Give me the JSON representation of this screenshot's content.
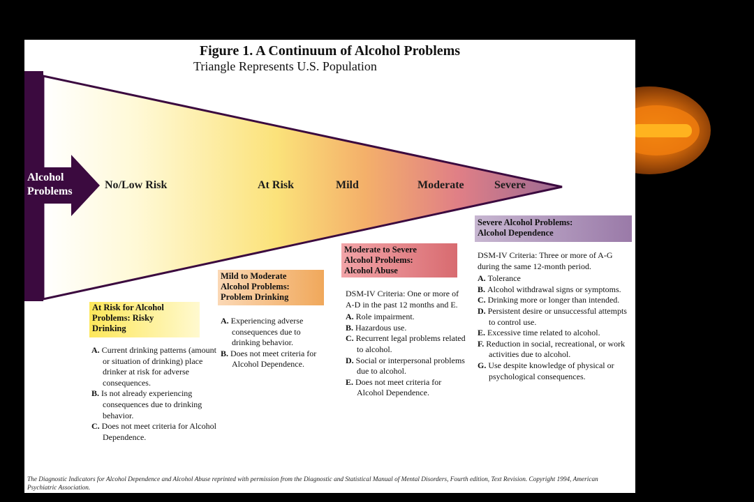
{
  "colors": {
    "background": "#000000",
    "panel": "#ffffff",
    "dark_purple": "#3b0a3f",
    "bullet_orange": "#f08a18",
    "yellow": "#fdf0a3",
    "orange": "#f4b277",
    "pink": "#df7f84",
    "mauve": "#b086a4"
  },
  "figure": {
    "title": "Figure 1. A Continuum of Alcohol Problems",
    "subtitle": "Triangle Represents U.S. Population",
    "arrow_label_line1": "Alcohol",
    "arrow_label_line2": "Problems",
    "stages": [
      "No/Low Risk",
      "At Risk",
      "Mild",
      "Moderate",
      "Severe"
    ]
  },
  "boxes": [
    {
      "header": [
        "At Risk for Alcohol",
        "Problems:  Risky",
        "Drinking"
      ],
      "intro": "",
      "items": [
        {
          "letter": "A.",
          "text": "Current drinking patterns (amount or situation of drinking) place drinker at risk for adverse consequences."
        },
        {
          "letter": "B.",
          "text": "Is not already experiencing consequences due to drinking behavior."
        },
        {
          "letter": "C.",
          "text": "Does not meet criteria for Alcohol Dependence."
        }
      ]
    },
    {
      "header": [
        "Mild to Moderate",
        "Alcohol Problems:",
        "Problem Drinking"
      ],
      "intro": "",
      "items": [
        {
          "letter": "A.",
          "text": "Experiencing adverse consequences due to drinking behavior."
        },
        {
          "letter": "B.",
          "text": "Does not meet criteria for Alcohol Dependence."
        }
      ]
    },
    {
      "header": [
        "Moderate to Severe",
        "Alcohol Problems:",
        "Alcohol Abuse"
      ],
      "intro": "DSM-IV Criteria: One or more of A-D in the past 12 months and E.",
      "items": [
        {
          "letter": "A.",
          "text": "Role impairment."
        },
        {
          "letter": "B.",
          "text": "Hazardous use."
        },
        {
          "letter": "C.",
          "text": "Recurrent legal problems related to alcohol."
        },
        {
          "letter": "D.",
          "text": "Social or interpersonal problems due to alcohol."
        },
        {
          "letter": "E.",
          "text": "Does not meet criteria for Alcohol Dependence."
        }
      ]
    },
    {
      "header": [
        "Severe Alcohol Problems:",
        "Alcohol Dependence"
      ],
      "intro": "DSM-IV Criteria: Three or more of A-G during the same 12-month period.",
      "items": [
        {
          "letter": "A.",
          "text": "Tolerance"
        },
        {
          "letter": "B.",
          "text": "Alcohol withdrawal signs or symptoms."
        },
        {
          "letter": "C.",
          "text": "Drinking more or longer than intended."
        },
        {
          "letter": "D.",
          "text": "Persistent desire or unsuccessful attempts to control use."
        },
        {
          "letter": "E.",
          "text": "Excessive time related to alcohol."
        },
        {
          "letter": "F.",
          "text": "Reduction in social, recreational, or work activities due to alcohol."
        },
        {
          "letter": "G.",
          "text": "Use despite knowledge of physical or psychological consequences."
        }
      ]
    }
  ],
  "footnote": "The Diagnostic Indicators for Alcohol Dependence and Alcohol Abuse reprinted with permission from the Diagnostic and Statistical Manual of Mental Disorders, Fourth edition, Text Revision. Copyright 1994, American Psychiatric Association."
}
